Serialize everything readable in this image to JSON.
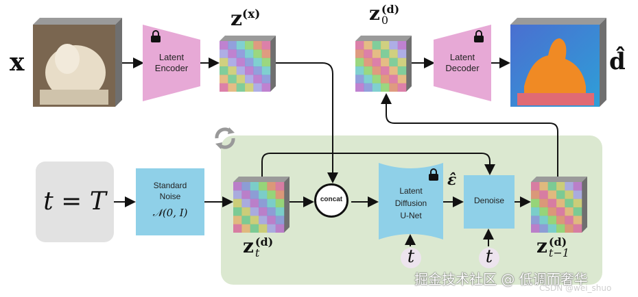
{
  "labels": {
    "x": "x",
    "z_x_base": "z",
    "z_x_sup": "(x)",
    "z0_base": "z",
    "z0_sup": "(d)",
    "z0_sub": "0",
    "d_hat": "d̂",
    "latent_encoder": "Latent Encoder",
    "latent_decoder": "Latent Decoder",
    "t_eq_T": "t = T",
    "standard_noise_line1": "Standard",
    "standard_noise_line2": "Noise",
    "standard_noise_formula": "𝒩(0, I)",
    "zt_base": "z",
    "zt_sup": "(d)",
    "zt_sub": "t",
    "concat": "concat",
    "unet_line1": "Latent",
    "unet_line2": "Diffusion",
    "unet_line3": "U-Net",
    "eps_hat": "ε̂",
    "denoise": "Denoise",
    "t_input": "t",
    "ztm1_base": "z",
    "ztm1_sup": "(d)",
    "ztm1_sub": "t−1",
    "watermark_cn": "掘金技术社区 @ 低调而奢华",
    "watermark_csdn": "CSDN @wei_shuo"
  },
  "icons": [
    "lock-icon",
    "refresh-cycle-icon"
  ],
  "colors": {
    "panel": "#dbe8d0",
    "encoder_decoder": "#e7a9d6",
    "blue_box": "#8fd0e8",
    "grey_box": "#e2e2e2"
  }
}
